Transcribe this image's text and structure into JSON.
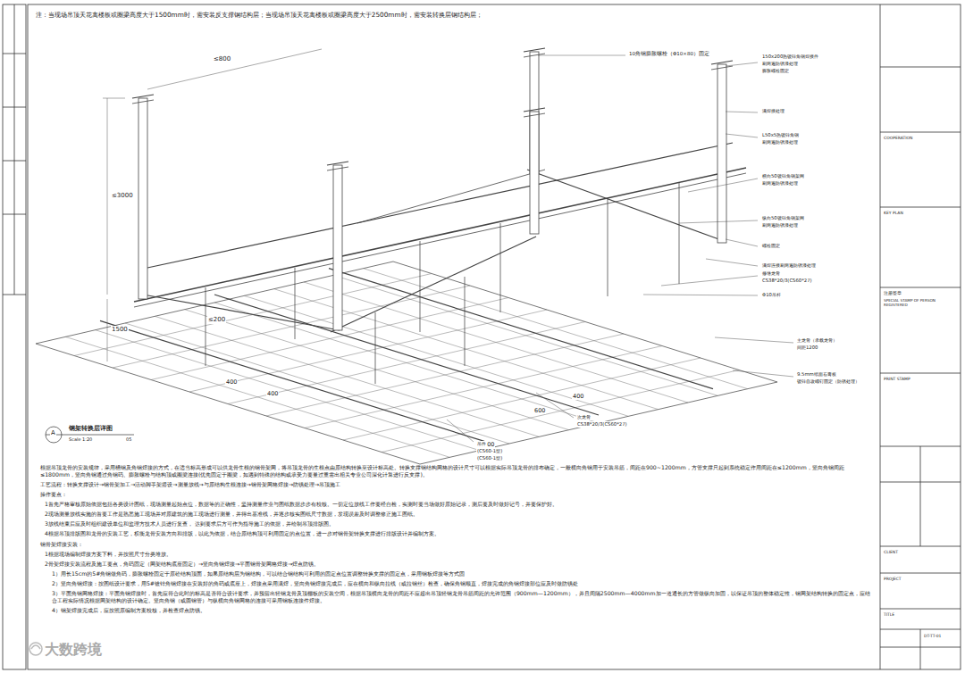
{
  "diagram": {
    "labels": [
      "注：当现场吊顶天花离楼板或圈梁高度大于1500mm时，需安装反支撑钢结构层；当现场吊顶天花离楼板或圈梁高度大于2500mm时，需安装转换层钢结构层；",
      "≤800",
      "≤3000",
      "1500",
      "≤200",
      "400",
      "400",
      "400",
      "600",
      "400",
      "10角钢膨胀螺栓（Φ10×80）固定",
      "150x200热镀锌角钢焊接件",
      "刷两遍防锈漆处理",
      "膨胀螺栓固定",
      "满焊接处理",
      "L50x5热镀锌角钢",
      "刷两遍防锈漆处理",
      "横向50镀锌角钢架网",
      "刷两遍防锈漆处理",
      "纵向50镀锌角钢架网",
      "刷两遍防锈漆处理",
      "螺栓固定",
      "满焊连接刷两遍防锈漆处理",
      "修缮龙骨",
      "CS38*20/3(CS60*27)",
      "Φ10吊杆",
      "主龙骨（承载龙骨）",
      "间距1200",
      "9.5mm纸面石膏板",
      "镀锌自攻螺钉固定（防锈处理）",
      "次龙骨",
      "CS38*20/3(CS60*27)",
      "吊件",
      "(CS60-1型)",
      "(CS60-1型)",
      "A",
      "钢架转换层详图",
      "Scale 1:20",
      "05",
      "根据吊顶龙骨的安装规律，采用槽钢及角钢焊接的方式，在适当标高形成可以供龙骨生根的钢骨架网，将吊顶龙骨的生根点由原结构转换至设计标高处。转换支撑钢结构网格的设计尺寸可以根据实际吊顶龙骨的排布确定，一般横向角钢用于安装吊筋，间距在900~1200mm，方管支撑只起到系统稳定作用间距在≤1200mm，竖向角钢间距≤1800mm，竖向角钢通过角钢码、膨胀螺栓与结构顶或圈梁连接(优先固定于圈梁，如遇到特殊的结构或承受力要量过重需出相关专业公司深化计算进行反支撑)。",
      "工艺流程：转换支撑设计→钢骨架加工→活动脚手架搭设→测量放线→与原结构生根连接→钢骨架网格焊接→防锈处理→吊顶施工",
      "操作要点：",
      "1首先严格审核原始依据包括各类设计图纸，现场测量起始点位，数据等的正确性，坚持测量作业与图纸数据步步有校核。一切定位放线工作要经自检，实测时要当场做好原始记录，测后要及时做好记号，并要保护好。",
      "2现场测量放线实施的首要工作是熟悉施工现场并对原建筑的施工现场进行测量，并得出基准线，并逐步核实图纸尺寸数据，发现误差及时调整修正施工图纸。",
      "3放线结束后应及时组织建设单位和监理方技术人员进行复查， 达到要求后方可作为指导施工的依据，并绘制吊顶排版图。",
      "4根据吊顶排版图和龙骨的安装工艺，权衡龙骨安装方向和排版，以此为依据，结合原结构顶可利用固定的点位置，进一步对钢骨架转换支撑进行排版设计并编制方案。",
      "钢骨架焊接安装：",
      "1根据现场编制焊接方案下料，并按照尺寸分类堆放。",
      "2骨架焊接安装流程及施工要点，角码固定（网架结构底座固定）→竖向角钢焊接→平面钢骨架网格焊接→焊点防锈。",
      "1）用长15cm的5#角钢做角码，膨胀螺栓固定于原砼结构顶面，如果原结构层为钢结构，可以结合钢结构可利用的固定点位置调整转换支撑的固定点，采用钢板焊接等方式固",
      "2）竖向角钢焊接：按图纸设计要求，用5#镀锌角钢焊接在安装好的角码或底座上，焊接点采用满焊，竖向角钢焊接完成后，应在横向和纵向拉线（或拉钢丝）检查，确保角钢顺直，焊接完成的角钢焊接部位应及时做防锈处",
      "3）平面角钢网格焊接：平面角钢焊接时，首先应符合此时的标高是否符合设计要求，并预留出轻钢龙骨及顶棚板的安装空间，根据吊顶横向龙骨的间距不应超出吊顶轻钢龙骨吊筋间距的允许范围（900mm—1200mm），并且间隔2500mm—4000mm加一道通长的方管做纵向加固，以保证吊顶的整体稳定性，钢网架结构转换的固定点，应结合工程实际情况根据网架结构的设计确定。竖向角钢（或圆钢管）与纵横向角钢网格的连接可采用钢板连接件焊接。",
      "4）钢架焊接完成后，应按照原编制方案校核，并检查焊点防锈。",
      "大数跨境",
      "COOPERATION",
      "KEY PLAN",
      "注册签章",
      "SPECIAL STAMP OF PERSON REGISTERED",
      "PRINT STAMP",
      "CLIENT",
      "PROJECT",
      "TITLE",
      "DT-TT-01"
    ]
  }
}
